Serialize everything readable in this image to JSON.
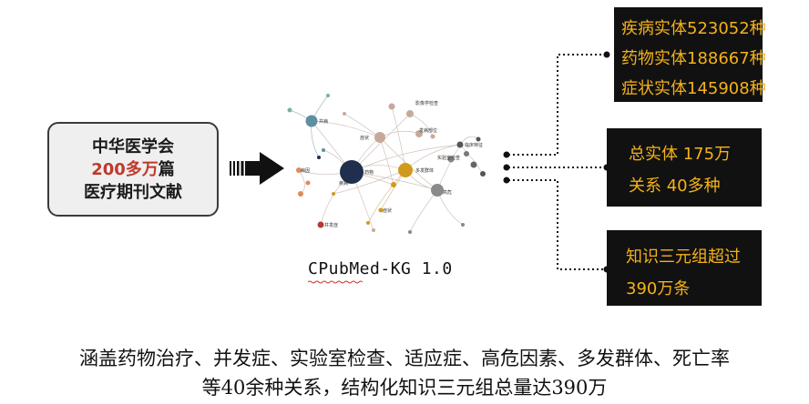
{
  "source": {
    "line1": "中华医学会",
    "line2_red": "200多万",
    "line2_rest": "篇",
    "line3": "医疗期刊文献"
  },
  "kg_title": "CPubMed-KG 1.0",
  "graph_labels": {
    "node_a": "并病",
    "node_b": "症状",
    "node_c": "影像学检查",
    "node_d": "发病部位",
    "node_e": "多发群体",
    "node_f": "实验室检查",
    "node_g": "高危",
    "node_h": "药物",
    "node_i": "疾病",
    "node_j": "临床特征",
    "node_k": "病因",
    "node_l": "并发症",
    "node_m": "症状"
  },
  "stats": {
    "box1": [
      "疾病实体523052种",
      "药物实体188667种",
      "症状实体145908种"
    ],
    "box2": [
      "总实体 175万",
      "关系 40多种"
    ],
    "box3": [
      "知识三元组超过",
      "390万条"
    ]
  },
  "bottom": {
    "line1": "涵盖药物治疗、并发症、实验室检查、适应症、高危因素、多发群体、死亡率",
    "line2": "等40余种关系，结构化知识三元组总量达390万"
  },
  "colors": {
    "stat_text": "#f5b21a",
    "stat_bg": "#111111",
    "highlight_red": "#c0392b",
    "node_navy": "#1f2f4d",
    "node_gold": "#d19a1a",
    "node_teal": "#5e8fa0",
    "node_gray": "#8a8a8a",
    "node_tan": "#c7a99a"
  }
}
